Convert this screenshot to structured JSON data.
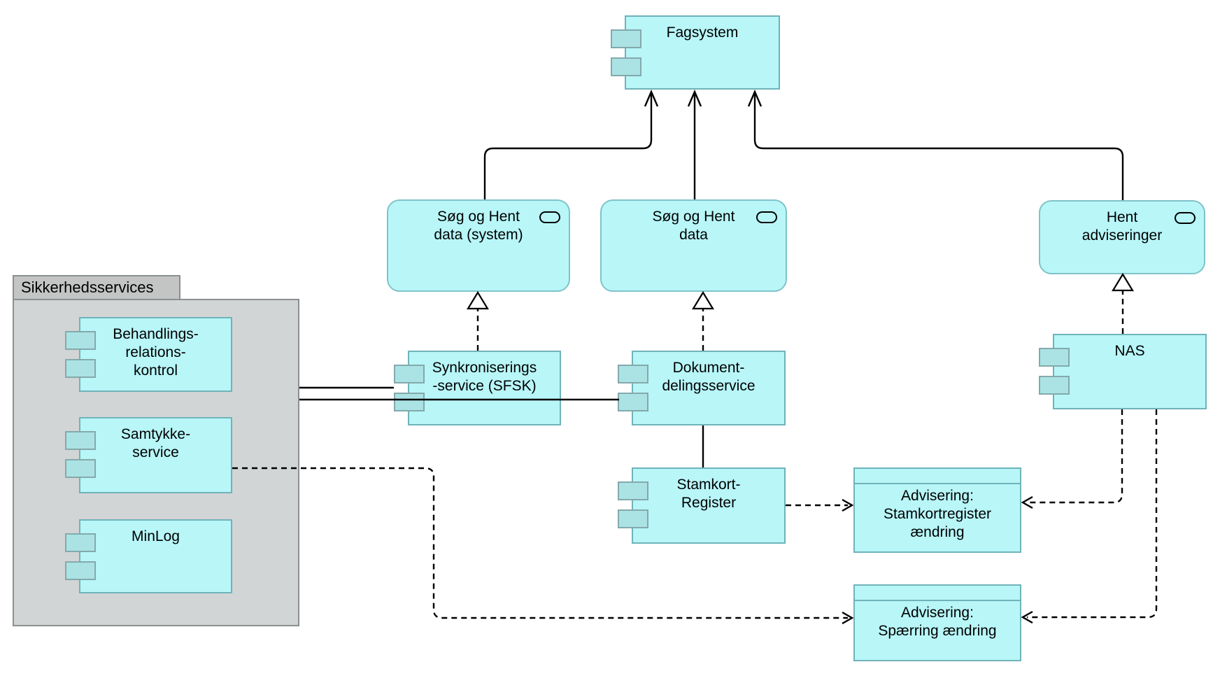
{
  "diagram": {
    "package": {
      "label": "Sikkerhedsservices"
    },
    "nodes": {
      "fagsystem": {
        "label": "Fagsystem",
        "type": "component"
      },
      "behandlings": {
        "label": "Behandlings-\nrelations-\nkontrol",
        "type": "component"
      },
      "samtykke": {
        "label": "Samtykke-\nservice",
        "type": "component"
      },
      "minlog": {
        "label": "MinLog",
        "type": "component"
      },
      "sfsk": {
        "label": "Synkroniserings\n-service (SFSK)",
        "type": "component"
      },
      "dokument": {
        "label": "Dokument-\ndelingsservice",
        "type": "component"
      },
      "stamkort": {
        "label": "Stamkort-\nRegister",
        "type": "component"
      },
      "nas": {
        "label": "NAS",
        "type": "component"
      },
      "sog_hent_system": {
        "label": "Søg og Hent\ndata (system)",
        "type": "interface"
      },
      "sog_hent": {
        "label": "Søg og Hent\ndata",
        "type": "interface"
      },
      "hent_adviseringer": {
        "label": "Hent\nadviseringer",
        "type": "interface"
      },
      "adv_stamkort": {
        "label": "Advisering:\nStamkortregister\nændring",
        "type": "queue"
      },
      "adv_sperring": {
        "label": "Advisering:\nSpærring ændring",
        "type": "queue"
      }
    },
    "edges": [
      {
        "from": "Søg og Hent data (system)",
        "to": "Fagsystem",
        "style": "solid-arrow"
      },
      {
        "from": "Søg og Hent data",
        "to": "Fagsystem",
        "style": "solid-arrow"
      },
      {
        "from": "Hent adviseringer",
        "to": "Fagsystem",
        "style": "solid-arrow"
      },
      {
        "from": "Synkroniserings-service (SFSK)",
        "to": "Søg og Hent data (system)",
        "style": "realization"
      },
      {
        "from": "Dokument-delingsservice",
        "to": "Søg og Hent data",
        "style": "realization"
      },
      {
        "from": "NAS",
        "to": "Hent adviseringer",
        "style": "realization"
      },
      {
        "from": "Sikkerhedsservices",
        "to": "Synkroniserings-service (SFSK)",
        "style": "solid"
      },
      {
        "from": "Sikkerhedsservices",
        "to": "Dokument-delingsservice",
        "style": "solid"
      },
      {
        "from": "Dokument-delingsservice",
        "to": "Stamkort-Register",
        "style": "solid"
      },
      {
        "from": "Stamkort-Register",
        "to": "Advisering: Stamkortregister ændring",
        "style": "dashed-arrow"
      },
      {
        "from": "NAS",
        "to": "Advisering: Stamkortregister ændring",
        "style": "dashed-arrow"
      },
      {
        "from": "NAS",
        "to": "Advisering: Spærring ændring",
        "style": "dashed-arrow"
      },
      {
        "from": "Samtykke-service",
        "to": "Advisering: Spærring ændring",
        "style": "dashed-arrow"
      }
    ],
    "colors": {
      "node_fill": "#b8f6f8",
      "node_border": "#6fb3ba",
      "tab_fill": "#abe3e5",
      "package_body": "#d2d5d5",
      "package_tab": "#c3c5c5",
      "package_border": "#8a8f8f",
      "line": "#000000",
      "text": "#000000"
    }
  }
}
